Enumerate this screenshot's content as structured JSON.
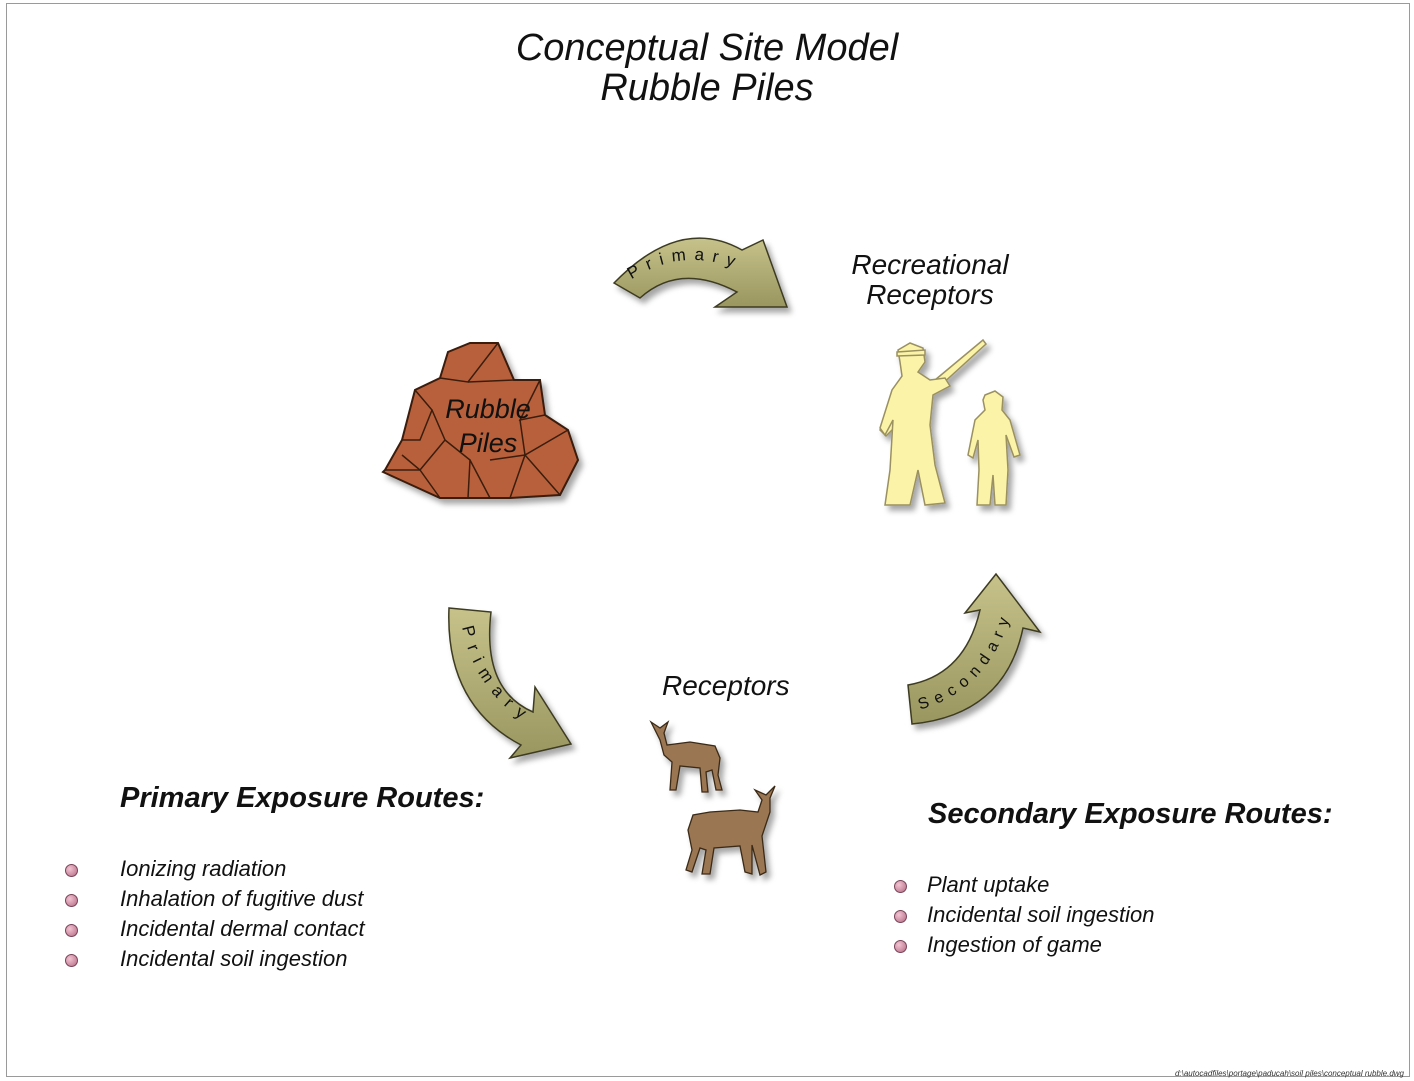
{
  "title": {
    "line1": "Conceptual Site Model",
    "line2": "Rubble Piles"
  },
  "source": {
    "label_line1": "Rubble",
    "label_line2": "Piles",
    "icon": "rubble-pile-icon",
    "color": "#b8613a"
  },
  "recreational": {
    "label_line1": "Recreational",
    "label_line2": "Receptors",
    "icon": "hunter-and-child-icon",
    "color": "#fbf3a8"
  },
  "ecological": {
    "label": "Receptors",
    "icon": "deer-icon",
    "color": "#9b7652"
  },
  "arrows": {
    "top": "Primary",
    "left": "Primary",
    "right": "Secondary",
    "color": "#b1ad72"
  },
  "primary_routes": {
    "title": "Primary Exposure Routes:",
    "items": [
      "Ionizing radiation",
      "Inhalation of fugitive dust",
      "Incidental dermal contact",
      "Incidental soil ingestion"
    ]
  },
  "secondary_routes": {
    "title": "Secondary Exposure Routes:",
    "items": [
      "Plant uptake",
      "Incidental soil ingestion",
      "Ingestion of game"
    ]
  },
  "file_path": "d:\\autocadfiles\\portage\\paducah\\soil piles\\conceptual rubble.dwg"
}
